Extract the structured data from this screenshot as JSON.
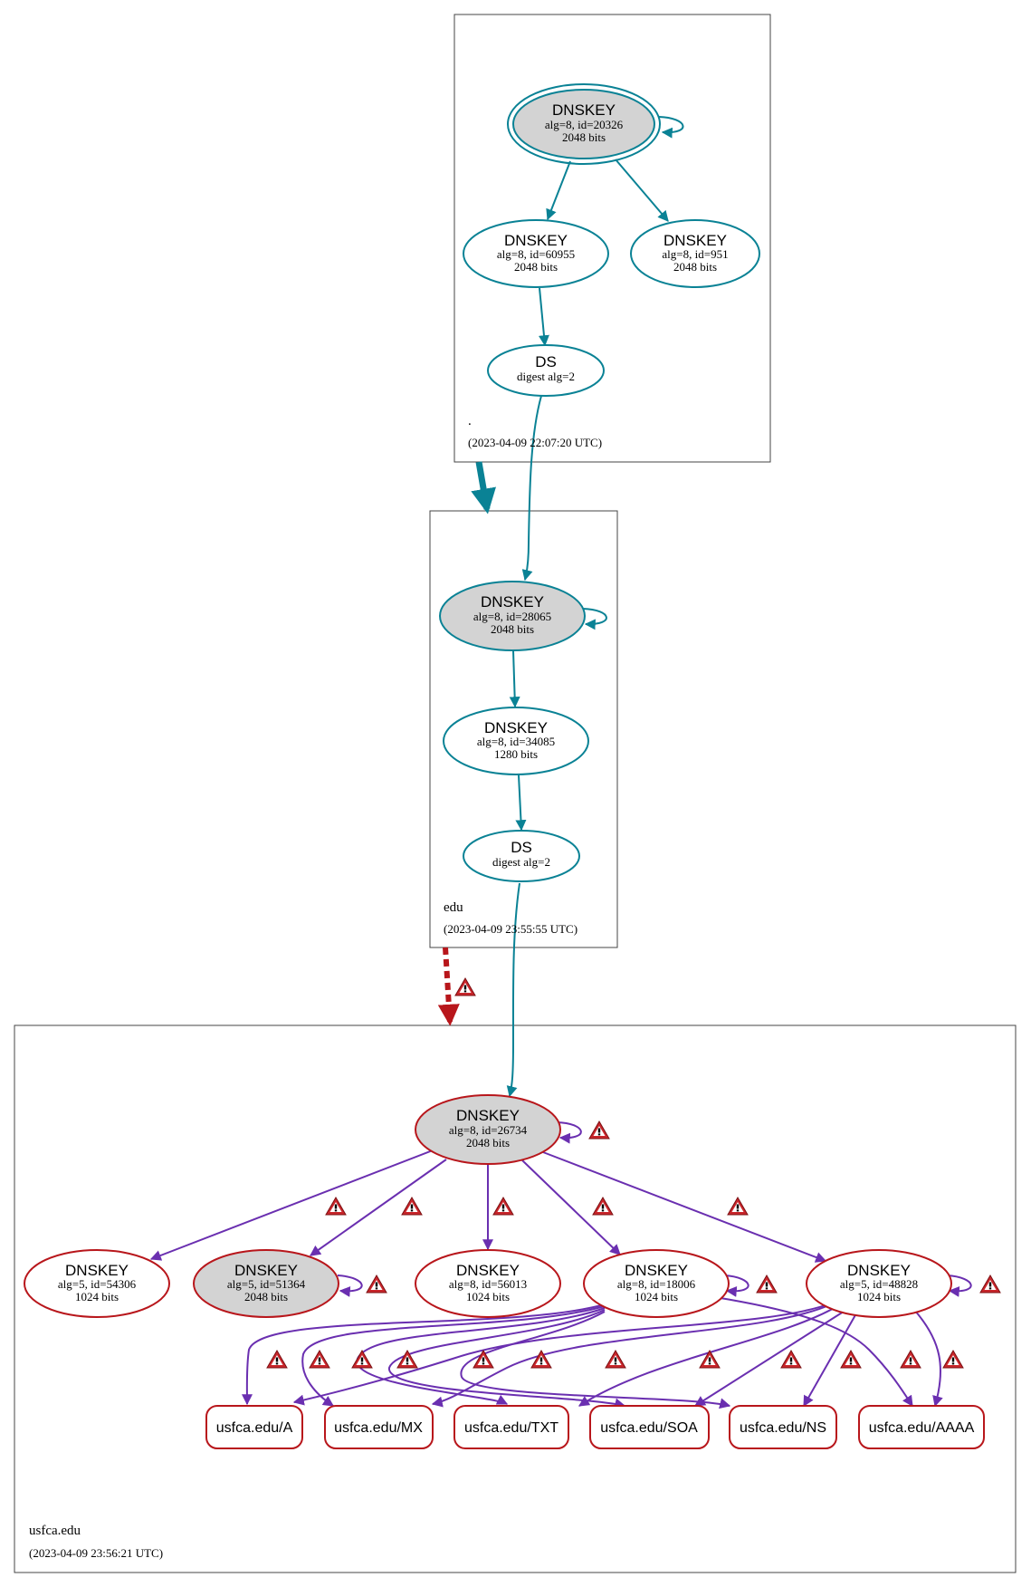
{
  "colors": {
    "teal": "#0a8295",
    "purple": "#6a2fb0",
    "red": "#b8161b",
    "key_fill_grey": "#d3d3d3",
    "white": "#ffffff",
    "warning_fill": "#c9262b"
  },
  "zones": [
    {
      "id": "root",
      "name": ".",
      "timestamp": "(2023-04-09 22:07:20 UTC)"
    },
    {
      "id": "edu",
      "name": "edu",
      "timestamp": "(2023-04-09 23:55:55 UTC)"
    },
    {
      "id": "usfca",
      "name": "usfca.edu",
      "timestamp": "(2023-04-09 23:56:21 UTC)"
    }
  ],
  "nodes": {
    "root_ksk": {
      "title": "DNSKEY",
      "line1": "alg=8, id=20326",
      "line2": "2048 bits"
    },
    "root_zsk1": {
      "title": "DNSKEY",
      "line1": "alg=8, id=60955",
      "line2": "2048 bits"
    },
    "root_zsk2": {
      "title": "DNSKEY",
      "line1": "alg=8, id=951",
      "line2": "2048 bits"
    },
    "root_ds": {
      "title": "DS",
      "line1": "digest alg=2"
    },
    "edu_ksk": {
      "title": "DNSKEY",
      "line1": "alg=8, id=28065",
      "line2": "2048 bits"
    },
    "edu_zsk": {
      "title": "DNSKEY",
      "line1": "alg=8, id=34085",
      "line2": "1280 bits"
    },
    "edu_ds": {
      "title": "DS",
      "line1": "digest alg=2"
    },
    "usfca_ksk": {
      "title": "DNSKEY",
      "line1": "alg=8, id=26734",
      "line2": "2048 bits"
    },
    "usfca_k1": {
      "title": "DNSKEY",
      "line1": "alg=5, id=54306",
      "line2": "1024 bits"
    },
    "usfca_k2": {
      "title": "DNSKEY",
      "line1": "alg=5, id=51364",
      "line2": "2048 bits"
    },
    "usfca_k3": {
      "title": "DNSKEY",
      "line1": "alg=8, id=56013",
      "line2": "1024 bits"
    },
    "usfca_k4": {
      "title": "DNSKEY",
      "line1": "alg=8, id=18006",
      "line2": "1024 bits"
    },
    "usfca_k5": {
      "title": "DNSKEY",
      "line1": "alg=5, id=48828",
      "line2": "1024 bits"
    }
  },
  "rrsets": {
    "a": "usfca.edu/A",
    "mx": "usfca.edu/MX",
    "txt": "usfca.edu/TXT",
    "soa": "usfca.edu/SOA",
    "ns": "usfca.edu/NS",
    "aaaa": "usfca.edu/AAAA"
  },
  "warning_glyph": "!"
}
